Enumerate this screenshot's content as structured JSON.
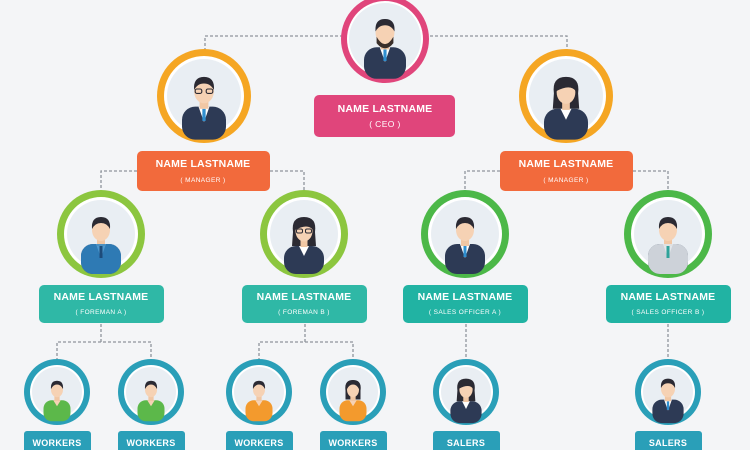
{
  "colors": {
    "background": "#f4f5f7",
    "connector": "#8f959c",
    "ceo": "#e0457b",
    "manager": "#f26a3c",
    "foreman": "#2fb8a6",
    "sales_officer": "#21b3a3",
    "leaf": "#2a9fb8",
    "ring_ceo": "#e0457b",
    "ring_manager": "#f5a623",
    "ring_foreman": "#8cc63f",
    "ring_sales": "#4cb848",
    "ring_leaf": "#2a9fb8"
  },
  "ceo": {
    "name": "NAME LASTNAME",
    "role": "( CEO )",
    "icon": "ceo-avatar-icon"
  },
  "managers": [
    {
      "name": "NAME LASTNAME",
      "role": "( MANAGER )",
      "icon": "male-manager-avatar-icon"
    },
    {
      "name": "NAME LASTNAME",
      "role": "( MANAGER )",
      "icon": "female-manager-avatar-icon"
    }
  ],
  "subordinates": [
    {
      "name": "NAME LASTNAME",
      "role": "( FOREMAN A )",
      "icon": "foreman-avatar-icon"
    },
    {
      "name": "NAME LASTNAME",
      "role": "( FOREMAN B )",
      "icon": "female-foreman-avatar-icon"
    },
    {
      "name": "NAME LASTNAME",
      "role": "( SALES OFFICER A )",
      "icon": "sales-officer-avatar-icon"
    },
    {
      "name": "NAME LASTNAME",
      "role": "( SALES OFFICER B )",
      "icon": "sales-officer-avatar-icon"
    }
  ],
  "leaves": [
    {
      "label": "WORKERS",
      "icon": "worker-avatar-icon"
    },
    {
      "label": "WORKERS",
      "icon": "worker-avatar-icon"
    },
    {
      "label": "WORKERS",
      "icon": "worker-avatar-icon"
    },
    {
      "label": "WORKERS",
      "icon": "female-worker-avatar-icon"
    },
    {
      "label": "SALERS",
      "icon": "female-saler-avatar-icon"
    },
    {
      "label": "SALERS",
      "icon": "saler-avatar-icon"
    }
  ]
}
